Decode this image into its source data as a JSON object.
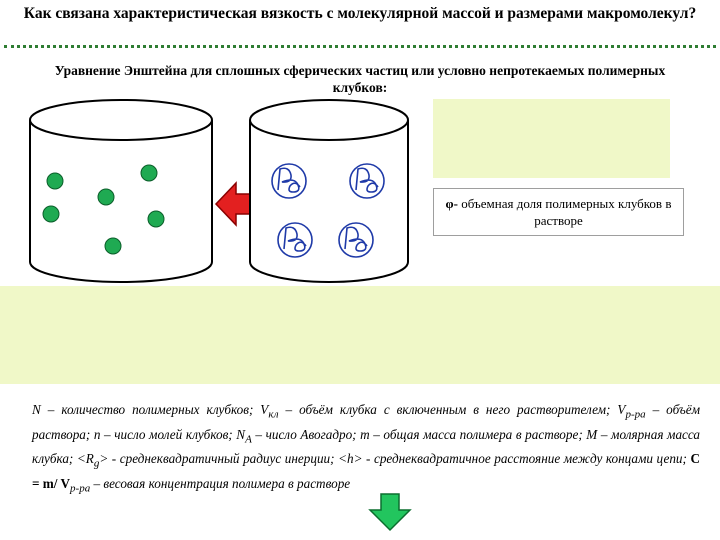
{
  "title": "Как связана характеристическая вязкость с молекулярной массой и размерами макромолекул?",
  "subtitle": "Уравнение Энштейна для сплошных сферических частиц или условно непротекаемых полимерных клубков:",
  "phi_note": {
    "symbol": "φ-",
    "text": "объемная доля полимерных клубков в растворе"
  },
  "notes": {
    "n1": "N – количество полимерных клубков; V",
    "n1_sub": "кл",
    "n2": " – объём клубка с включенным в него растворителем; V",
    "n2_sub": "р-ра",
    "n3": " – объём раствора; n – число молей клубков; N",
    "n3_sub": "A",
    "n4": " – число Авогадро; m – общая масса полимера в растворе; M – молярная масса клубка; <R",
    "n4_sub": "g",
    "n5": "> - среднеквадратичный радиус инерции; <h> - среднеквадратичное расстояние между концами цепи; ",
    "n6": "C = m/ V",
    "n6_sub": "р-ра",
    "n7": " – весовая концентрация полимера в растворе"
  },
  "colors": {
    "accent_green": "#2e7d32",
    "highlight_bg": "#f0f8c8",
    "arrow_red": "#e32020",
    "arrow_green": "#22c55e",
    "coil_blue": "#1f3aa8",
    "sphere_green": "#1faa52"
  }
}
